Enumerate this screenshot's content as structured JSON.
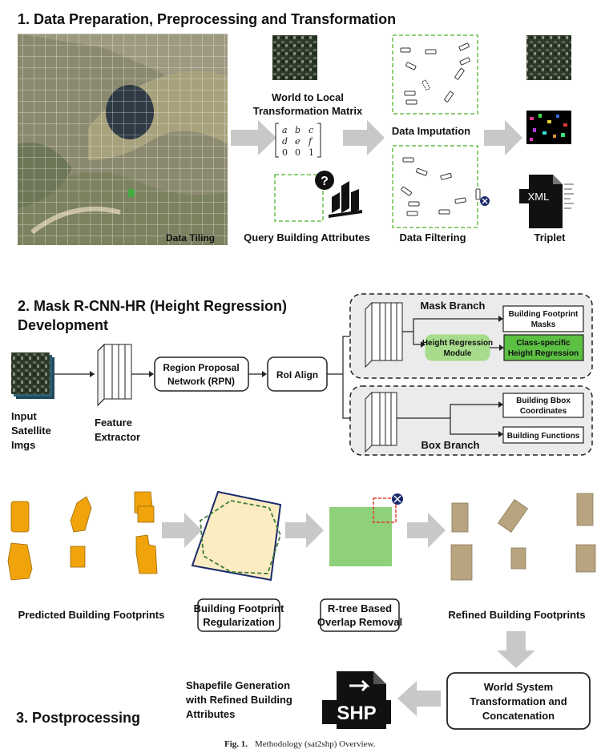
{
  "colors": {
    "arrow_gray": "#c8c8c8",
    "dashed_green": "#6abf4b",
    "footprint_orange": "#f0a30a",
    "footprint_tan": "#b8a47e",
    "regularize_fill": "#fbedc1",
    "overlap_green": "#8fd07a",
    "module_green": "#a6dc8b",
    "output_green": "#5cc043",
    "panel_gray": "#ebebeb",
    "navy": "#1b2a6b",
    "red_dash": "#e53b2c"
  },
  "section1": {
    "title": "1. Data Preparation, Preprocessing and Transformation",
    "data_tiling": "Data Tiling",
    "world_to_local": [
      "World to Local",
      "Transformation Matrix"
    ],
    "matrix": [
      [
        "a",
        "b",
        "c"
      ],
      [
        "d",
        "e",
        "f"
      ],
      [
        "0",
        "0",
        "1"
      ]
    ],
    "query_attributes": "Query Building Attributes",
    "data_imputation": "Data Imputation",
    "data_filtering": "Data Filtering",
    "triplet": "Triplet",
    "xml_label": "XML"
  },
  "section2": {
    "title": [
      "2. Mask R-CNN-HR (Height Regression)",
      "Development"
    ],
    "input_label": [
      "Input",
      "Satellite",
      "Imgs"
    ],
    "feature_extractor": [
      "Feature",
      "Extractor"
    ],
    "rpn": [
      "Region Proposal",
      "Network (RPN)"
    ],
    "roi_align": "RoI Align",
    "mask_branch": "Mask Branch",
    "box_branch": "Box Branch",
    "building_footprint_masks": [
      "Building Footprint",
      "Masks"
    ],
    "height_regression_module": [
      "Height Regression",
      "Module"
    ],
    "class_specific_height": [
      "Class-specific",
      "Height Regression"
    ],
    "building_bbox": [
      "Building Bbox",
      "Coordinates"
    ],
    "building_functions": "Building Functions"
  },
  "section3": {
    "title": "3. Postprocessing",
    "predicted_footprints": "Predicted Building Footprints",
    "regularization": [
      "Building Footprint",
      "Regularization"
    ],
    "rtree": [
      "R-tree Based",
      "Overlap Removal"
    ],
    "refined_footprints": "Refined Building Footprints",
    "world_system": [
      "World System",
      "Transformation and",
      "Concatenation"
    ],
    "shapefile_generation": [
      "Shapefile Generation",
      "with Refined Building",
      "Attributes"
    ],
    "shp_label": "SHP"
  },
  "caption": {
    "fig_label": "Fig. 1.",
    "text": "Methodology (sat2shp) Overview."
  }
}
